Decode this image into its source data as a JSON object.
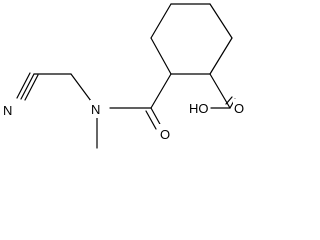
{
  "molecule": {
    "atoms": {
      "n_nitrile": "N",
      "n_amide": "N",
      "o_amide": "O",
      "acid_group": "HO",
      "o_acid": "O"
    }
  }
}
